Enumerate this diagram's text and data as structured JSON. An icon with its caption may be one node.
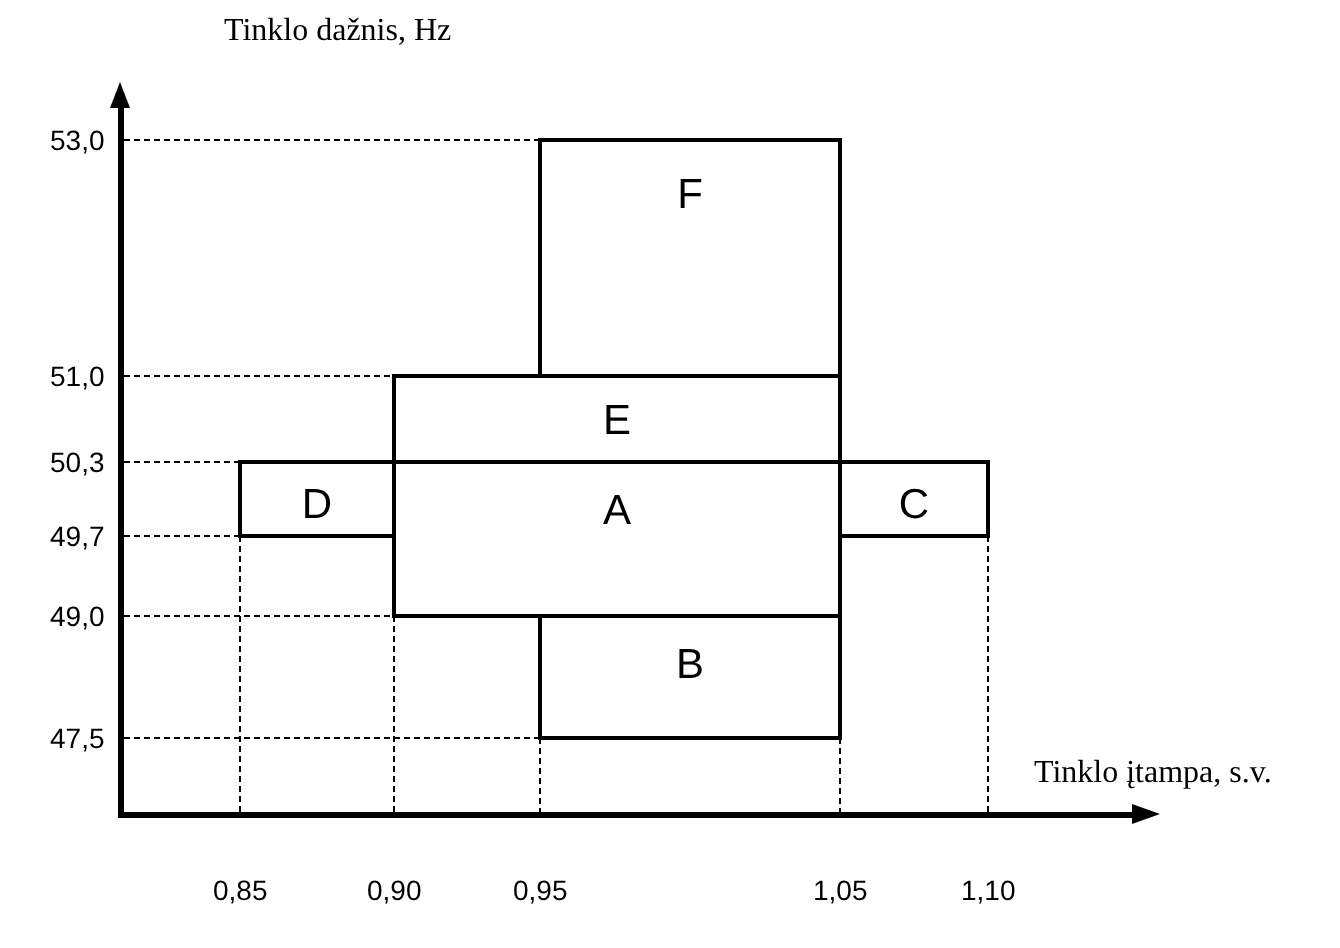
{
  "diagram": {
    "nodes": [
      {
        "text": [
          "F"
        ]
      },
      {
        "text": [
          "E"
        ]
      },
      {
        "text": [
          "D"
        ]
      },
      {
        "text": [
          "A"
        ]
      },
      {
        "text": [
          "C"
        ]
      },
      {
        "text": [
          "B"
        ]
      }
    ],
    "edges": [],
    "labels": [
      "Tinklo dažnis, Hz",
      "53,0",
      "51,0",
      "50,3",
      "49,7",
      "49,0",
      "47,5",
      "Tinklo įtampa, s.v.",
      "0,85",
      "0,90",
      "0,95",
      "1,05",
      "1,10"
    ]
  }
}
